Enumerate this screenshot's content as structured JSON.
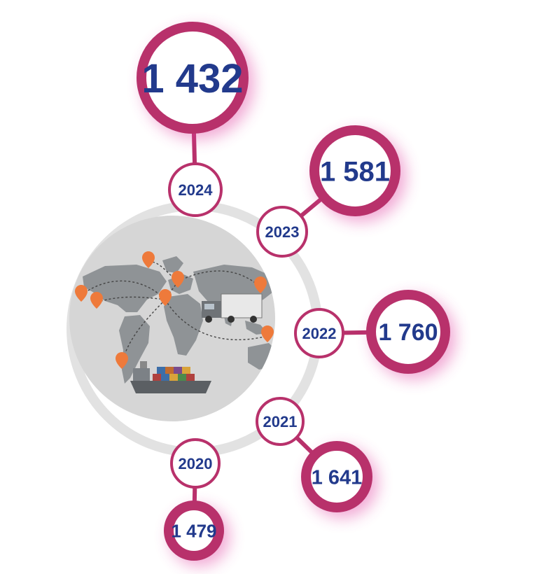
{
  "colors": {
    "accent": "#b8316b",
    "glow": "#e040a0",
    "text": "#223a8c",
    "arc": "#e2e2e2",
    "globe": "#d6d6d6",
    "land": "#8f9396",
    "pin": "#ee7a3b"
  },
  "illustration": {
    "icons": [
      "world-map",
      "location-pin-icon",
      "truck-icon",
      "cargo-ship-icon"
    ]
  },
  "timeline": [
    {
      "year": "2024",
      "value": "1 432"
    },
    {
      "year": "2023",
      "value": "1 581"
    },
    {
      "year": "2022",
      "value": "1 760"
    },
    {
      "year": "2021",
      "value": "1 641"
    },
    {
      "year": "2020",
      "value": "1 479"
    }
  ]
}
